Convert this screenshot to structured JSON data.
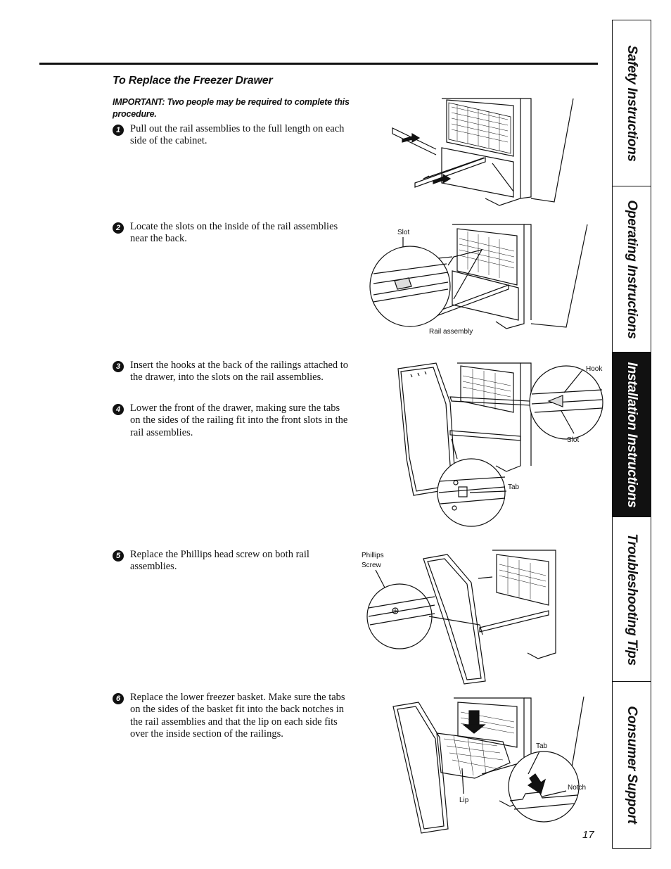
{
  "section_title": "To Replace the Freezer Drawer",
  "important": "IMPORTANT: Two people may be required to complete this procedure.",
  "steps": [
    {
      "num": "1",
      "text": "Pull out the rail assemblies to the full length on each side of the cabinet."
    },
    {
      "num": "2",
      "text": "Locate the slots on the inside of the rail assemblies near the back."
    },
    {
      "num": "3",
      "text": "Insert the hooks at the back of the railings attached to the drawer, into the slots on the rail assemblies."
    },
    {
      "num": "4",
      "text": "Lower the front of the drawer, making sure the tabs on the sides of the railing fit into the front slots in the rail assemblies."
    },
    {
      "num": "5",
      "text": "Replace the Phillips head screw on both rail assemblies."
    },
    {
      "num": "6",
      "text": "Replace the lower freezer basket. Make sure the tabs on the sides of the basket fit into the back notches in the rail assemblies and that the lip on each side fits over the inside section of the railings."
    }
  ],
  "callouts": {
    "slot": "Slot",
    "rail_assembly": "Rail assembly",
    "hook": "Hook",
    "slot_b": "Slot",
    "tab": "Tab",
    "phillips": "Phillips",
    "screw": "Screw",
    "tab_b": "Tab",
    "notch": "Notch",
    "lip": "Lip"
  },
  "sidebar": [
    {
      "label": "Safety Instructions",
      "active": false
    },
    {
      "label": "Operating Instructions",
      "active": false
    },
    {
      "label": "Installation Instructions",
      "active": true
    },
    {
      "label": "Troubleshooting Tips",
      "active": false
    },
    {
      "label": "Consumer Support",
      "active": false
    }
  ],
  "page_number": "17"
}
